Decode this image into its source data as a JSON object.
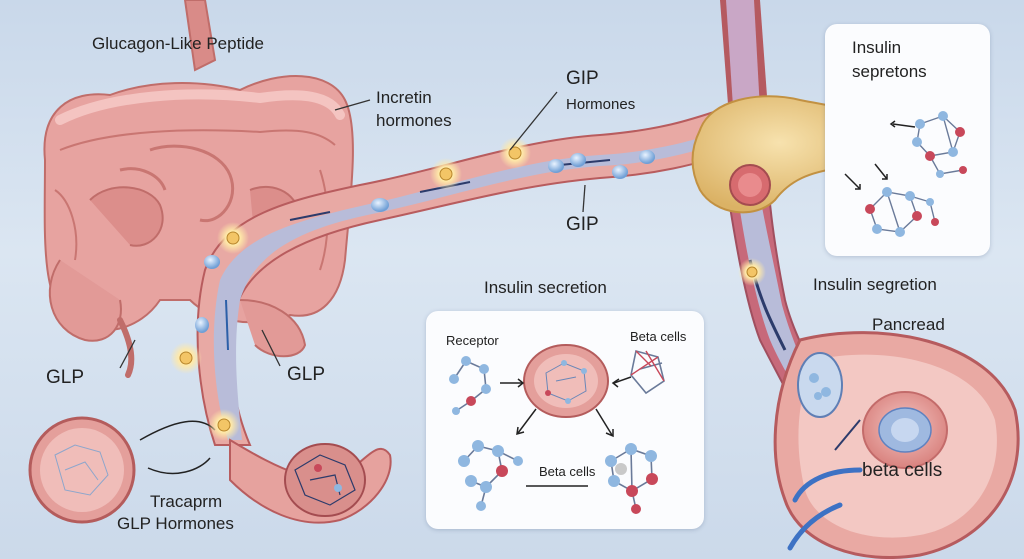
{
  "labels": {
    "glucagon_like_peptide": "Glucagon-Like Peptide",
    "incretin_hormones": "Incretin\nhormones",
    "gip_hormones_title": "GIP",
    "gip_hormones_sub": "Hormones",
    "gip_lower": "GIP",
    "insulin_sepretons": "Insulin\nsepretons",
    "insulin_secretion": "Insulin secretion",
    "insulin_segretion": "Insulin segretion",
    "pancread": "Pancread",
    "glp_left": "GLP",
    "glp_right": "GLP",
    "tracaprm": "Tracaprm",
    "glp_hormones": "GLP Hormones",
    "receptor": "Receptor",
    "beta_cells_panel_top": "Beta cells",
    "beta_cells_panel_mid": "Beta cells",
    "beta_cells_bottom": "beta cells"
  },
  "colors": {
    "background": "#d4e1ef",
    "tissue": "#e7a3a0",
    "tissue_dark": "#c56f6c",
    "vessel_fill": "#b5bbd8",
    "pancreas": "#efcf8c",
    "molecule_blue": "#8fb7e0",
    "molecule_red": "#c8485a",
    "glow": "#ffe9a8"
  }
}
